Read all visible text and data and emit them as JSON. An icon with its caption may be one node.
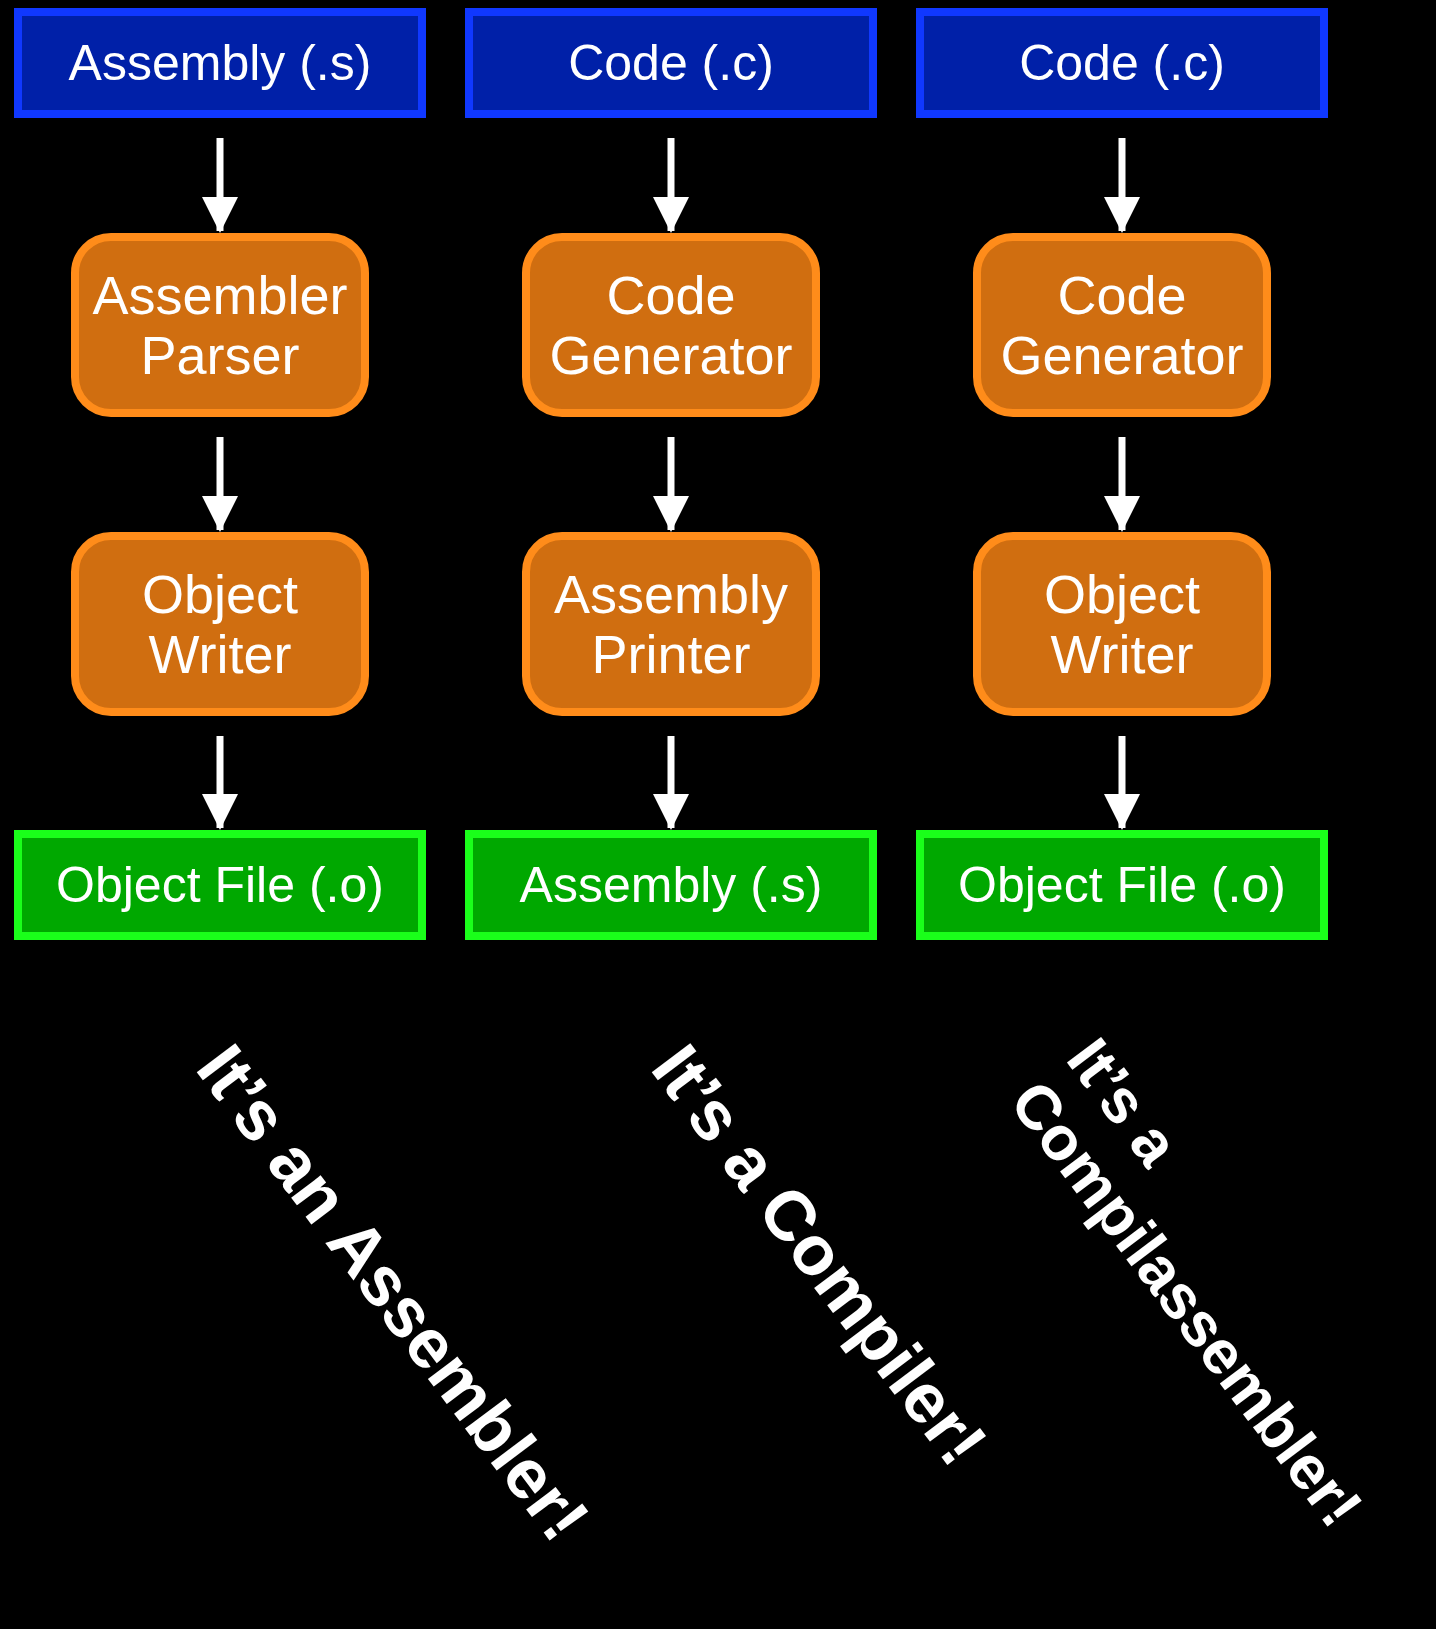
{
  "diagram": {
    "nodes": [
      {
        "text": [
          "Assembly (.s)"
        ]
      },
      {
        "text": [
          "Assembler Parser"
        ]
      },
      {
        "text": [
          "Object Writer"
        ]
      },
      {
        "text": [
          "Object File (.o)"
        ]
      },
      {
        "text": [
          "Code (.c)"
        ]
      },
      {
        "text": [
          "Code Generator"
        ]
      },
      {
        "text": [
          "Assembly Printer"
        ]
      },
      {
        "text": [
          "Assembly (.s)"
        ]
      },
      {
        "text": [
          "Code (.c)"
        ]
      },
      {
        "text": [
          "Code Generator"
        ]
      },
      {
        "text": [
          "Object Writer"
        ]
      },
      {
        "text": [
          "Object File (.o)"
        ]
      }
    ],
    "edges": [
      {
        "from": 0,
        "to": 1,
        "arrow": "to"
      },
      {
        "from": 1,
        "to": 2,
        "arrow": "to"
      },
      {
        "from": 2,
        "to": 3,
        "arrow": "to"
      },
      {
        "from": 4,
        "to": 5,
        "arrow": "to"
      },
      {
        "from": 5,
        "to": 6,
        "arrow": "to"
      },
      {
        "from": 6,
        "to": 7,
        "arrow": "to"
      },
      {
        "from": 8,
        "to": 9,
        "arrow": "to"
      },
      {
        "from": 9,
        "to": 10,
        "arrow": "to"
      },
      {
        "from": 10,
        "to": 11,
        "arrow": "to"
      }
    ],
    "labels": [
      "It’s an Assembler!",
      "It’s a Compilassembler!",
      "It’s a Compiler!"
    ]
  }
}
